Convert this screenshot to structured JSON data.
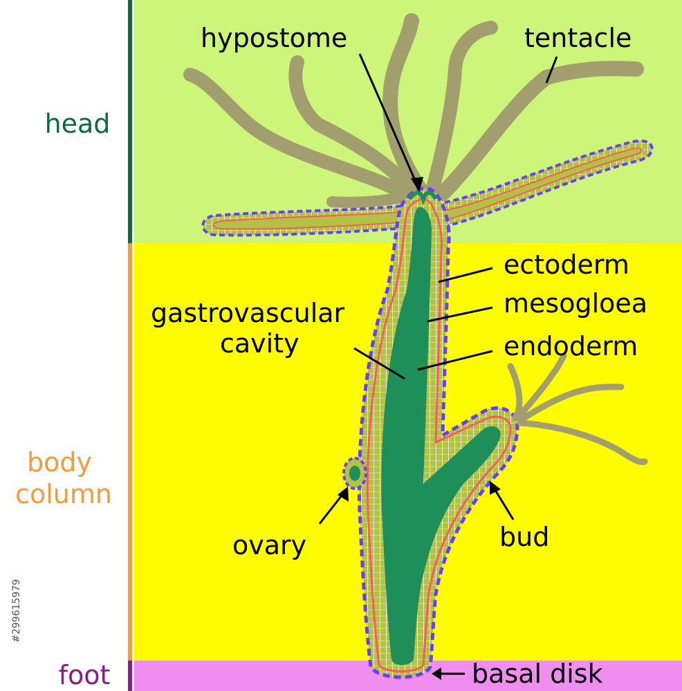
{
  "regions": {
    "head": "head",
    "body_line1": "body",
    "body_line2": "column",
    "foot": "foot"
  },
  "labels": {
    "hypostome": "hypostome",
    "tentacle": "tentacle",
    "ectoderm": "ectoderm",
    "mesogloea": "mesogloea",
    "endoderm": "endoderm",
    "cavity_line1": "gastrovascular",
    "cavity_line2": "cavity",
    "ovary": "ovary",
    "bud": "bud",
    "basal_disk": "basal disk"
  },
  "watermark": {
    "stock_id": "#299615979"
  },
  "colors": {
    "head_zone": "#ccf57a",
    "body_zone": "#fffb00",
    "foot_zone": "#f08ef0",
    "head_text": "#0e6b3a",
    "body_text": "#f59b3a",
    "foot_text": "#8b1a8b",
    "tentacle": "#a39e6e",
    "cavity": "#1f8f5a",
    "endoderm": "#b2c245",
    "mesogloea": "#ff5a5a",
    "ectoderm_dash": "#6a3cff"
  }
}
